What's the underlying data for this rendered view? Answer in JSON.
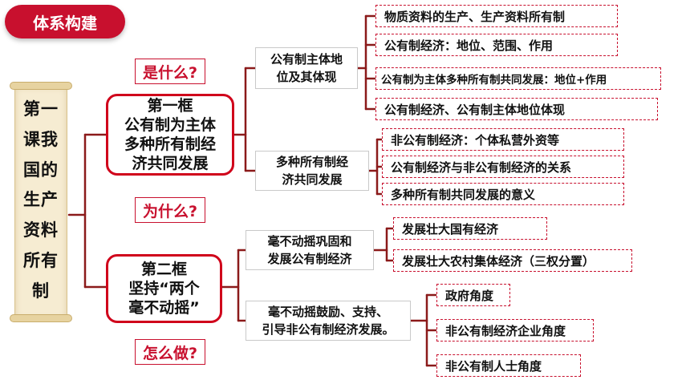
{
  "title": "体系构建",
  "lesson": {
    "lines": [
      "第一",
      "课我",
      "国的",
      "生产",
      "资料",
      "所有",
      "制"
    ]
  },
  "questions": {
    "what": "是什么?",
    "why": "为什么?",
    "how": "怎么做?"
  },
  "frames": [
    {
      "lines": [
        "第一框",
        "公有制为主体",
        "多种所有制经",
        "济共同发展"
      ],
      "topics": [
        {
          "lines": [
            "公有制主体地",
            "位及其体现"
          ],
          "items": [
            "物质资料的生产、生产资料所有制",
            "公有制经济：地位、范围、作用",
            "公有制为主体多种所有制共同发展：地位+作用",
            "公有制经济、公有制主体地位体现"
          ]
        },
        {
          "lines": [
            "多种所有制经",
            "济共同发展"
          ],
          "items": [
            "非公有制经济：个体私营外资等",
            "公有制经济与非公有制经济的关系",
            "多种所有制共同发展的意义"
          ]
        }
      ]
    },
    {
      "lines": [
        "第二框",
        "坚持“两个",
        "毫不动摇”"
      ],
      "topics": [
        {
          "lines": [
            "毫不动摇巩固和",
            "发展公有制经济"
          ],
          "items": [
            "发展壮大国有经济",
            "发展壮大农村集体经济（三权分置）"
          ]
        },
        {
          "lines": [
            "毫不动摇鼓励、支持、",
            "引导非公有制经济发展。"
          ],
          "items": [
            "政府角度",
            "非公有制经济企业角度",
            "非公有制人士角度"
          ]
        }
      ]
    }
  ],
  "colors": {
    "accent": "#c8102e",
    "connector": "#8b1a1a",
    "scroll": "#f6ecd2"
  }
}
